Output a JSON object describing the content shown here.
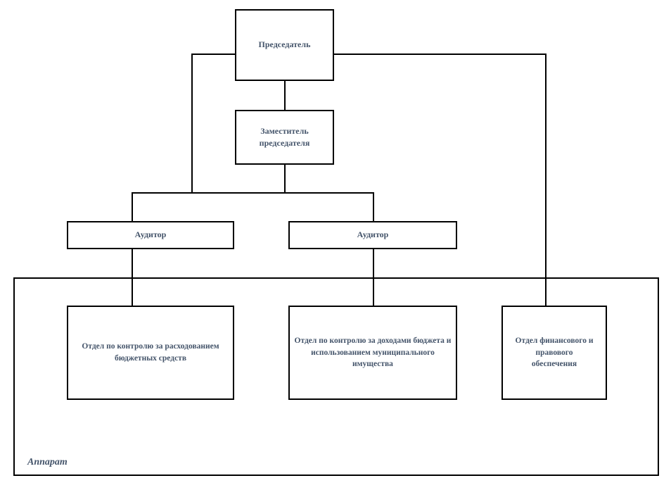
{
  "diagram": {
    "type": "org-chart",
    "colors": {
      "border": "#000000",
      "text": "#44546a",
      "background": "#ffffff"
    },
    "nodes": {
      "chairman": {
        "label": "Председатель"
      },
      "deputy": {
        "label": "Заместитель председателя"
      },
      "auditor_left": {
        "label": "Аудитор"
      },
      "auditor_right": {
        "label": "Аудитор"
      },
      "dept_spending": {
        "label": "Отдел по контролю за расходованием бюджетных средств"
      },
      "dept_income": {
        "label": "Отдел по контролю за доходами бюджета и использованием муниципального имущества"
      },
      "dept_finance": {
        "label": "Отдел финансового и правового обеспечения"
      },
      "apparatus": {
        "label": "Аппарат"
      }
    },
    "edges": [
      {
        "from": "chairman",
        "to": "deputy"
      },
      {
        "from": "chairman",
        "to": "auditor_left"
      },
      {
        "from": "chairman",
        "to": "dept_finance"
      },
      {
        "from": "deputy",
        "to": "auditor_left"
      },
      {
        "from": "deputy",
        "to": "auditor_right"
      },
      {
        "from": "auditor_left",
        "to": "dept_spending"
      },
      {
        "from": "auditor_right",
        "to": "dept_income"
      }
    ]
  }
}
